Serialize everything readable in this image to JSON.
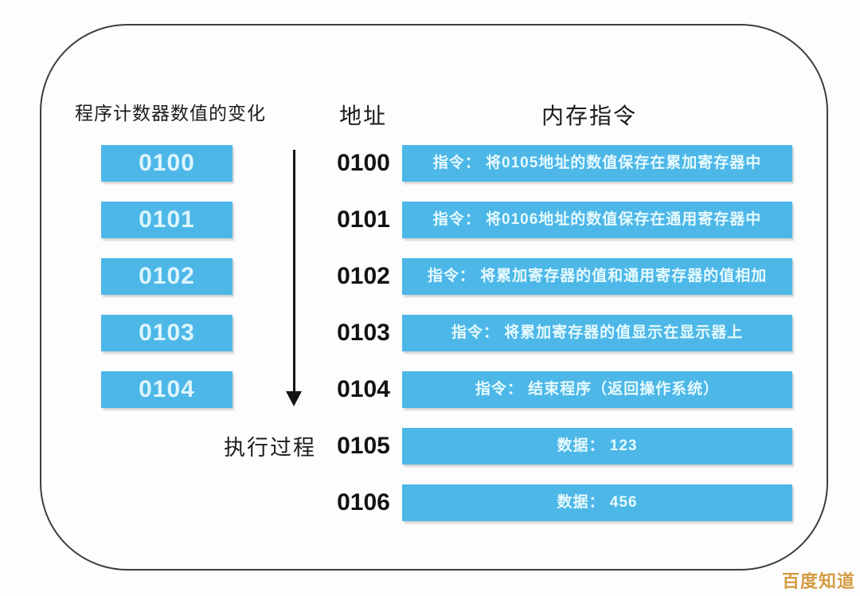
{
  "diagram": {
    "left_column": {
      "header": "程序计数器数值的变化",
      "boxes": [
        "0100",
        "0101",
        "0102",
        "0103",
        "0104"
      ],
      "flow_label": "执行过程"
    },
    "memory_table": {
      "address_header": "地址",
      "instruction_header": "内存指令",
      "rows": [
        {
          "address": "0100",
          "content": "指令： 将0105地址的数值保存在累加寄存器中"
        },
        {
          "address": "0101",
          "content": "指令： 将0106地址的数值保存在通用寄存器中"
        },
        {
          "address": "0102",
          "content": "指令： 将累加寄存器的值和通用寄存器的值相加"
        },
        {
          "address": "0103",
          "content": "指令： 将累加寄存器的值显示在显示器上"
        },
        {
          "address": "0104",
          "content": "指令： 结束程序（返回操作系统）"
        },
        {
          "address": "0105",
          "content": "数据： 123"
        },
        {
          "address": "0106",
          "content": "数据： 456"
        }
      ]
    },
    "watermark": "百度知道",
    "colors": {
      "box_blue": "#4db7e8",
      "box_text": "#e6fafe",
      "text_black": "#1c1c1c",
      "frame_border": "#3d3d3d",
      "watermark_orange": "#d49b43"
    }
  }
}
